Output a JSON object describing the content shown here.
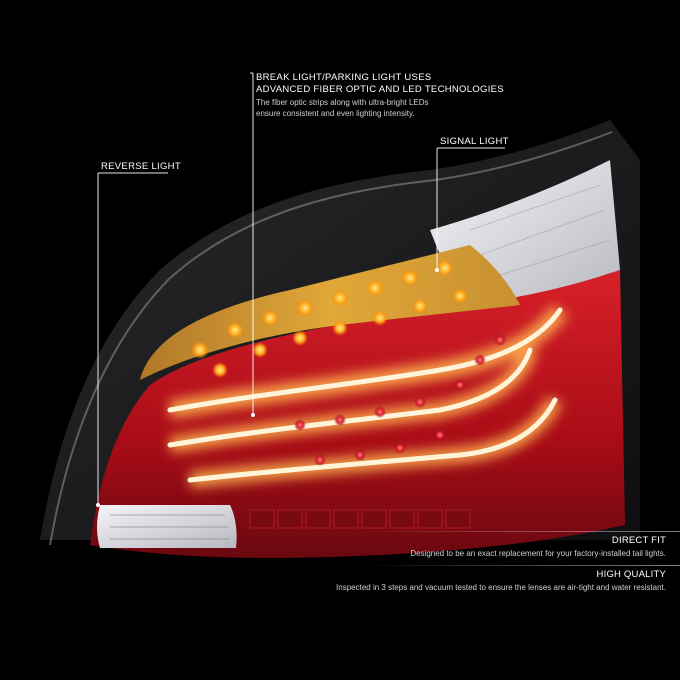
{
  "callouts": {
    "brake": {
      "title_line1": "BREAK LIGHT/PARKING LIGHT USES",
      "title_line2": "ADVANCED FIBER OPTIC AND LED TECHNOLOGIES",
      "desc_line1": "The fiber optic strips along with ultra-bright LEDs",
      "desc_line2": "ensure consistent and even lighting intensity."
    },
    "signal": {
      "title": "SIGNAL LIGHT"
    },
    "reverse": {
      "title": "REVERSE LIGHT"
    }
  },
  "features": [
    {
      "title": "DIRECT FIT",
      "desc": "Designed to be an exact replacement for your factory-installed tail lights."
    },
    {
      "title": "HIGH QUALITY",
      "desc": "Inspected in 3 steps and vacuum tested to ensure the lenses are air-tight and water resistant."
    }
  ],
  "colors": {
    "background": "#000000",
    "amber": "#f0a020",
    "red_lens": "#c0101a",
    "clear_lens": "#e8e8ec"
  }
}
